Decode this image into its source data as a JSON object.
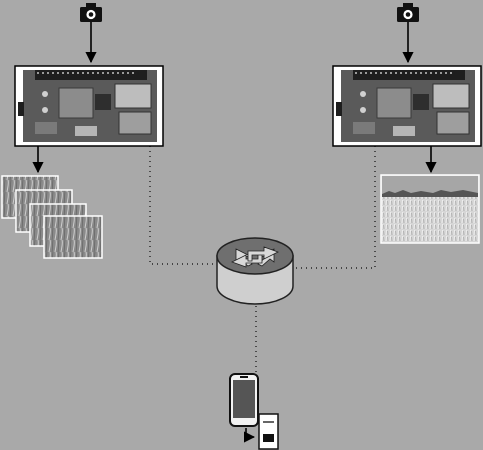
{
  "diagram": {
    "background": "#a9a9a9",
    "line_color": "#000000",
    "nodes": [
      {
        "id": "camera-left",
        "kind": "camera-icon"
      },
      {
        "id": "camera-right",
        "kind": "camera-icon"
      },
      {
        "id": "raspberry-pi-left",
        "kind": "single-board-computer"
      },
      {
        "id": "raspberry-pi-right",
        "kind": "single-board-computer"
      },
      {
        "id": "crop-closeup-images",
        "kind": "image-stack"
      },
      {
        "id": "field-landscape-image",
        "kind": "photo"
      },
      {
        "id": "network-router",
        "kind": "router-icon"
      },
      {
        "id": "mobile-device",
        "kind": "phone-icon"
      },
      {
        "id": "desktop-computer",
        "kind": "computer-icon"
      }
    ],
    "edges": [
      {
        "from": "camera-left",
        "to": "raspberry-pi-left",
        "style": "arrow"
      },
      {
        "from": "camera-right",
        "to": "raspberry-pi-right",
        "style": "arrow"
      },
      {
        "from": "raspberry-pi-left",
        "to": "crop-closeup-images",
        "style": "arrow"
      },
      {
        "from": "raspberry-pi-right",
        "to": "field-landscape-image",
        "style": "arrow"
      },
      {
        "from": "raspberry-pi-left",
        "to": "network-router",
        "style": "dotted"
      },
      {
        "from": "raspberry-pi-right",
        "to": "network-router",
        "style": "dotted"
      },
      {
        "from": "network-router",
        "to": "mobile-device",
        "style": "dotted"
      },
      {
        "from": "mobile-device",
        "to": "desktop-computer",
        "style": "arrow"
      }
    ]
  }
}
